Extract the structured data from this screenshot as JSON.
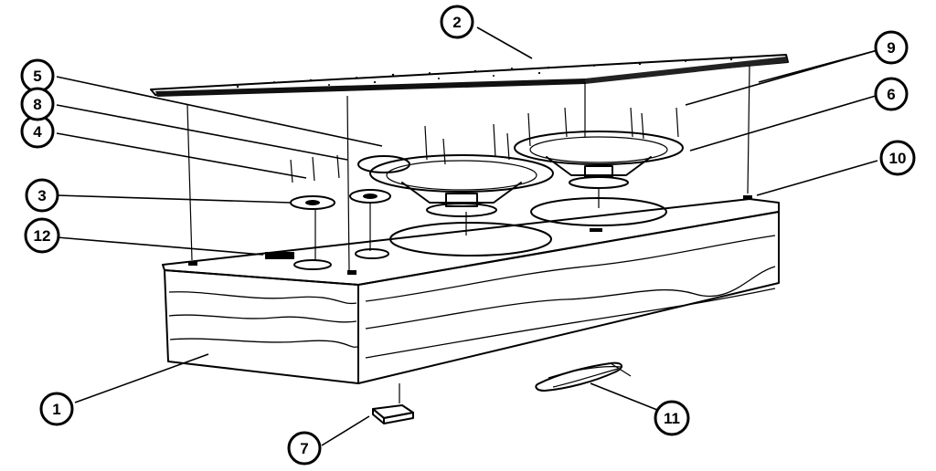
{
  "diagram": {
    "callouts": [
      {
        "id": "c1",
        "label": "1"
      },
      {
        "id": "c2",
        "label": "2"
      },
      {
        "id": "c3",
        "label": "3"
      },
      {
        "id": "c4",
        "label": "4"
      },
      {
        "id": "c5",
        "label": "5"
      },
      {
        "id": "c6",
        "label": "6"
      },
      {
        "id": "c7",
        "label": "7"
      },
      {
        "id": "c8",
        "label": "8"
      },
      {
        "id": "c9",
        "label": "9"
      },
      {
        "id": "c10",
        "label": "10"
      },
      {
        "id": "c11",
        "label": "11"
      },
      {
        "id": "c12",
        "label": "12"
      }
    ],
    "colors": {
      "ink": "#000000",
      "paper": "#ffffff"
    }
  }
}
